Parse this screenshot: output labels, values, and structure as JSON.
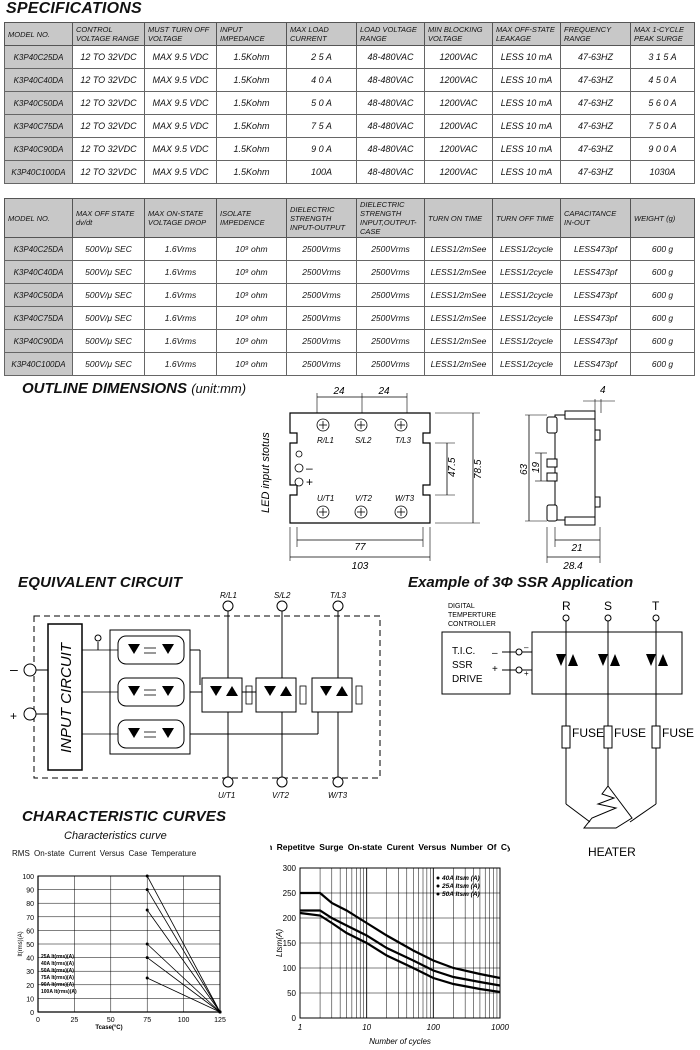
{
  "spec_title": "SPECIFICATIONS",
  "table1": {
    "headers": [
      "MODEL NO.",
      "CONTROL VOLTAGE RANGE",
      "MUST TURN OFF VOLTAGE",
      "INPUT IMPEDANCE",
      "MAX LOAD CURRENT",
      "LOAD VOLTAGE RANGE",
      "MIN BLOCKING VOLTAGE",
      "MAX OFF-STATE LEAKAGE",
      "FREQUENCY RANGE",
      "MAX 1-CYCLE PEAK SURGE"
    ],
    "rows": [
      [
        "K3P40C25DA",
        "12 TO 32VDC",
        "MAX 9.5 VDC",
        "1.5Kohm",
        "2 5 A",
        "48-480VAC",
        "1200VAC",
        "LESS 10 mA",
        "47-63HZ",
        "3 1 5 A"
      ],
      [
        "K3P40C40DA",
        "12 TO 32VDC",
        "MAX 9.5 VDC",
        "1.5Kohm",
        "4 0 A",
        "48-480VAC",
        "1200VAC",
        "LESS 10 mA",
        "47-63HZ",
        "4 5 0 A"
      ],
      [
        "K3P40C50DA",
        "12 TO 32VDC",
        "MAX 9.5 VDC",
        "1.5Kohm",
        "5 0 A",
        "48-480VAC",
        "1200VAC",
        "LESS 10 mA",
        "47-63HZ",
        "5 6 0 A"
      ],
      [
        "K3P40C75DA",
        "12 TO 32VDC",
        "MAX 9.5 VDC",
        "1.5Kohm",
        "7 5 A",
        "48-480VAC",
        "1200VAC",
        "LESS 10 mA",
        "47-63HZ",
        "7 5 0 A"
      ],
      [
        "K3P40C90DA",
        "12 TO 32VDC",
        "MAX 9.5 VDC",
        "1.5Kohm",
        "9 0 A",
        "48-480VAC",
        "1200VAC",
        "LESS 10 mA",
        "47-63HZ",
        "9 0 0 A"
      ],
      [
        "K3P40C100DA",
        "12 TO 32VDC",
        "MAX 9.5 VDC",
        "1.5Kohm",
        "100A",
        "48-480VAC",
        "1200VAC",
        "LESS 10 mA",
        "47-63HZ",
        "1030A"
      ]
    ]
  },
  "table2": {
    "headers": [
      "MODEL NO.",
      "MAX OFF STATE dv/dt",
      "MAX ON-STATE VOLTAGE DROP",
      "ISOLATE IMPEDENCE",
      "DIELECTRIC STRENGTH INPUT-OUTPUT",
      "DIELECTRIC STRENGTH INPUT,OUTPUT-CASE",
      "TURN ON TIME",
      "TURN OFF TIME",
      "CAPACITANCE IN-OUT",
      "WEIGHT (g)"
    ],
    "rows": [
      [
        "K3P40C25DA",
        "500V/μ SEC",
        "1.6Vrms",
        "10⁹ ohm",
        "2500Vrms",
        "2500Vrms",
        "LESS1/2mSee",
        "LESS1/2cycle",
        "LESS473pf",
        "600 g"
      ],
      [
        "K3P40C40DA",
        "500V/μ SEC",
        "1.6Vrms",
        "10⁹ ohm",
        "2500Vrms",
        "2500Vrms",
        "LESS1/2mSee",
        "LESS1/2cycle",
        "LESS473pf",
        "600 g"
      ],
      [
        "K3P40C50DA",
        "500V/μ SEC",
        "1.6Vrms",
        "10⁹ ohm",
        "2500Vrms",
        "2500Vrms",
        "LESS1/2mSee",
        "LESS1/2cycle",
        "LESS473pf",
        "600 g"
      ],
      [
        "K3P40C75DA",
        "500V/μ SEC",
        "1.6Vrms",
        "10⁹ ohm",
        "2500Vrms",
        "2500Vrms",
        "LESS1/2mSee",
        "LESS1/2cycle",
        "LESS473pf",
        "600 g"
      ],
      [
        "K3P40C90DA",
        "500V/μ SEC",
        "1.6Vrms",
        "10⁹ ohm",
        "2500Vrms",
        "2500Vrms",
        "LESS1/2mSee",
        "LESS1/2cycle",
        "LESS473pf",
        "600 g"
      ],
      [
        "K3P40C100DA",
        "500V/μ SEC",
        "1.6Vrms",
        "10⁹ ohm",
        "2500Vrms",
        "2500Vrms",
        "LESS1/2mSee",
        "LESS1/2cycle",
        "LESS473pf",
        "600 g"
      ]
    ]
  },
  "outline": {
    "title": "OUTLINE DIMENSIONS",
    "unit": "(unit:mm)",
    "led_label": "LED input stotus",
    "terminals_top": [
      "R/L1",
      "S/L2",
      "T/L3"
    ],
    "terminals_bottom": [
      "U/T1",
      "V/T2",
      "W/T3"
    ],
    "dims": {
      "d24a": "24",
      "d24b": "24",
      "d475": "47.5",
      "d785": "78.5",
      "d77": "77",
      "d103": "103",
      "d4": "4",
      "d63": "63",
      "d19": "19",
      "d21": "21",
      "d284": "28.4"
    },
    "minus": "–",
    "plus": "+"
  },
  "equiv": {
    "title": "EQUIVALENT CIRCUIT",
    "input_label": "INPUT CIRCUIT",
    "top": [
      "R/L1",
      "S/L2",
      "T/L3"
    ],
    "bottom": [
      "U/T1",
      "V/T2",
      "W/T3"
    ],
    "minus": "–",
    "plus": "+"
  },
  "example": {
    "title": "Example of 3Φ SSR Application",
    "controller": [
      "DIGITAL",
      "TEMPERTURE",
      "CONTROLLER"
    ],
    "tic": [
      "T.I.C.",
      "SSR",
      "DRIVE"
    ],
    "phases": [
      "R",
      "S",
      "T"
    ],
    "fuse": "FUSE",
    "heater": "HEATER",
    "minus": "–",
    "plus": "+"
  },
  "curves": {
    "title": "CHARACTERISTIC CURVES"
  },
  "chart_data": [
    {
      "type": "line",
      "title": "Characteristics curve",
      "subtitle": "RMS On-state Current Versus Case Temperature",
      "xlabel": "Tcase(°C)",
      "ylabel": "It(rms)(A)",
      "xlim": [
        0,
        125
      ],
      "ylim": [
        0,
        100
      ],
      "xticks": [
        "0",
        "25",
        "50",
        "75",
        "100",
        "125"
      ],
      "yticks": [
        "0",
        "10",
        "20",
        "30",
        "40",
        "50",
        "60",
        "70",
        "80",
        "90",
        "100"
      ],
      "grid": true,
      "legend_position": "bottom-left",
      "series": [
        {
          "name": "25A It(rms)(A)",
          "x": [
            75,
            125
          ],
          "y": [
            25,
            0
          ]
        },
        {
          "name": "40A It(rms)(A)",
          "x": [
            75,
            125
          ],
          "y": [
            40,
            0
          ]
        },
        {
          "name": "50A It(rms)(A)",
          "x": [
            75,
            125
          ],
          "y": [
            50,
            0
          ]
        },
        {
          "name": "75A It(rms)(A)",
          "x": [
            75,
            125
          ],
          "y": [
            75,
            0
          ]
        },
        {
          "name": "90A It(rms)(A)",
          "x": [
            75,
            125
          ],
          "y": [
            90,
            0
          ]
        },
        {
          "name": "100A It(rms)(A)",
          "x": [
            75,
            125
          ],
          "y": [
            100,
            0
          ]
        }
      ]
    },
    {
      "type": "line",
      "title": "Non Repetitve Surge On-state Curent Versus Number Of Cycles",
      "xlabel": "Number of cycles",
      "ylabel": "Ltsm(A)",
      "xscale": "log",
      "xlim": [
        1,
        1000
      ],
      "ylim": [
        0,
        300
      ],
      "xticks": [
        "1",
        "10",
        "100",
        "1000"
      ],
      "yticks": [
        "0",
        "50",
        "100",
        "150",
        "200",
        "250",
        "300"
      ],
      "grid": true,
      "legend_position": "top-right",
      "series": [
        {
          "name": "40A Itsm (A)",
          "x": [
            1,
            2,
            3,
            5,
            10,
            20,
            50,
            100,
            200,
            500,
            1000
          ],
          "y": [
            250,
            250,
            230,
            215,
            190,
            165,
            135,
            115,
            100,
            88,
            80
          ]
        },
        {
          "name": "25A Itsm (A)",
          "x": [
            1,
            2,
            3,
            5,
            10,
            20,
            50,
            100,
            200,
            500,
            1000
          ],
          "y": [
            215,
            215,
            200,
            185,
            165,
            140,
            115,
            95,
            82,
            72,
            65
          ]
        },
        {
          "name": "50A Itsm (A)",
          "x": [
            1,
            2,
            3,
            5,
            10,
            20,
            50,
            100,
            200,
            500,
            1000
          ],
          "y": [
            210,
            205,
            190,
            170,
            150,
            125,
            100,
            80,
            68,
            58,
            52
          ]
        }
      ]
    }
  ]
}
